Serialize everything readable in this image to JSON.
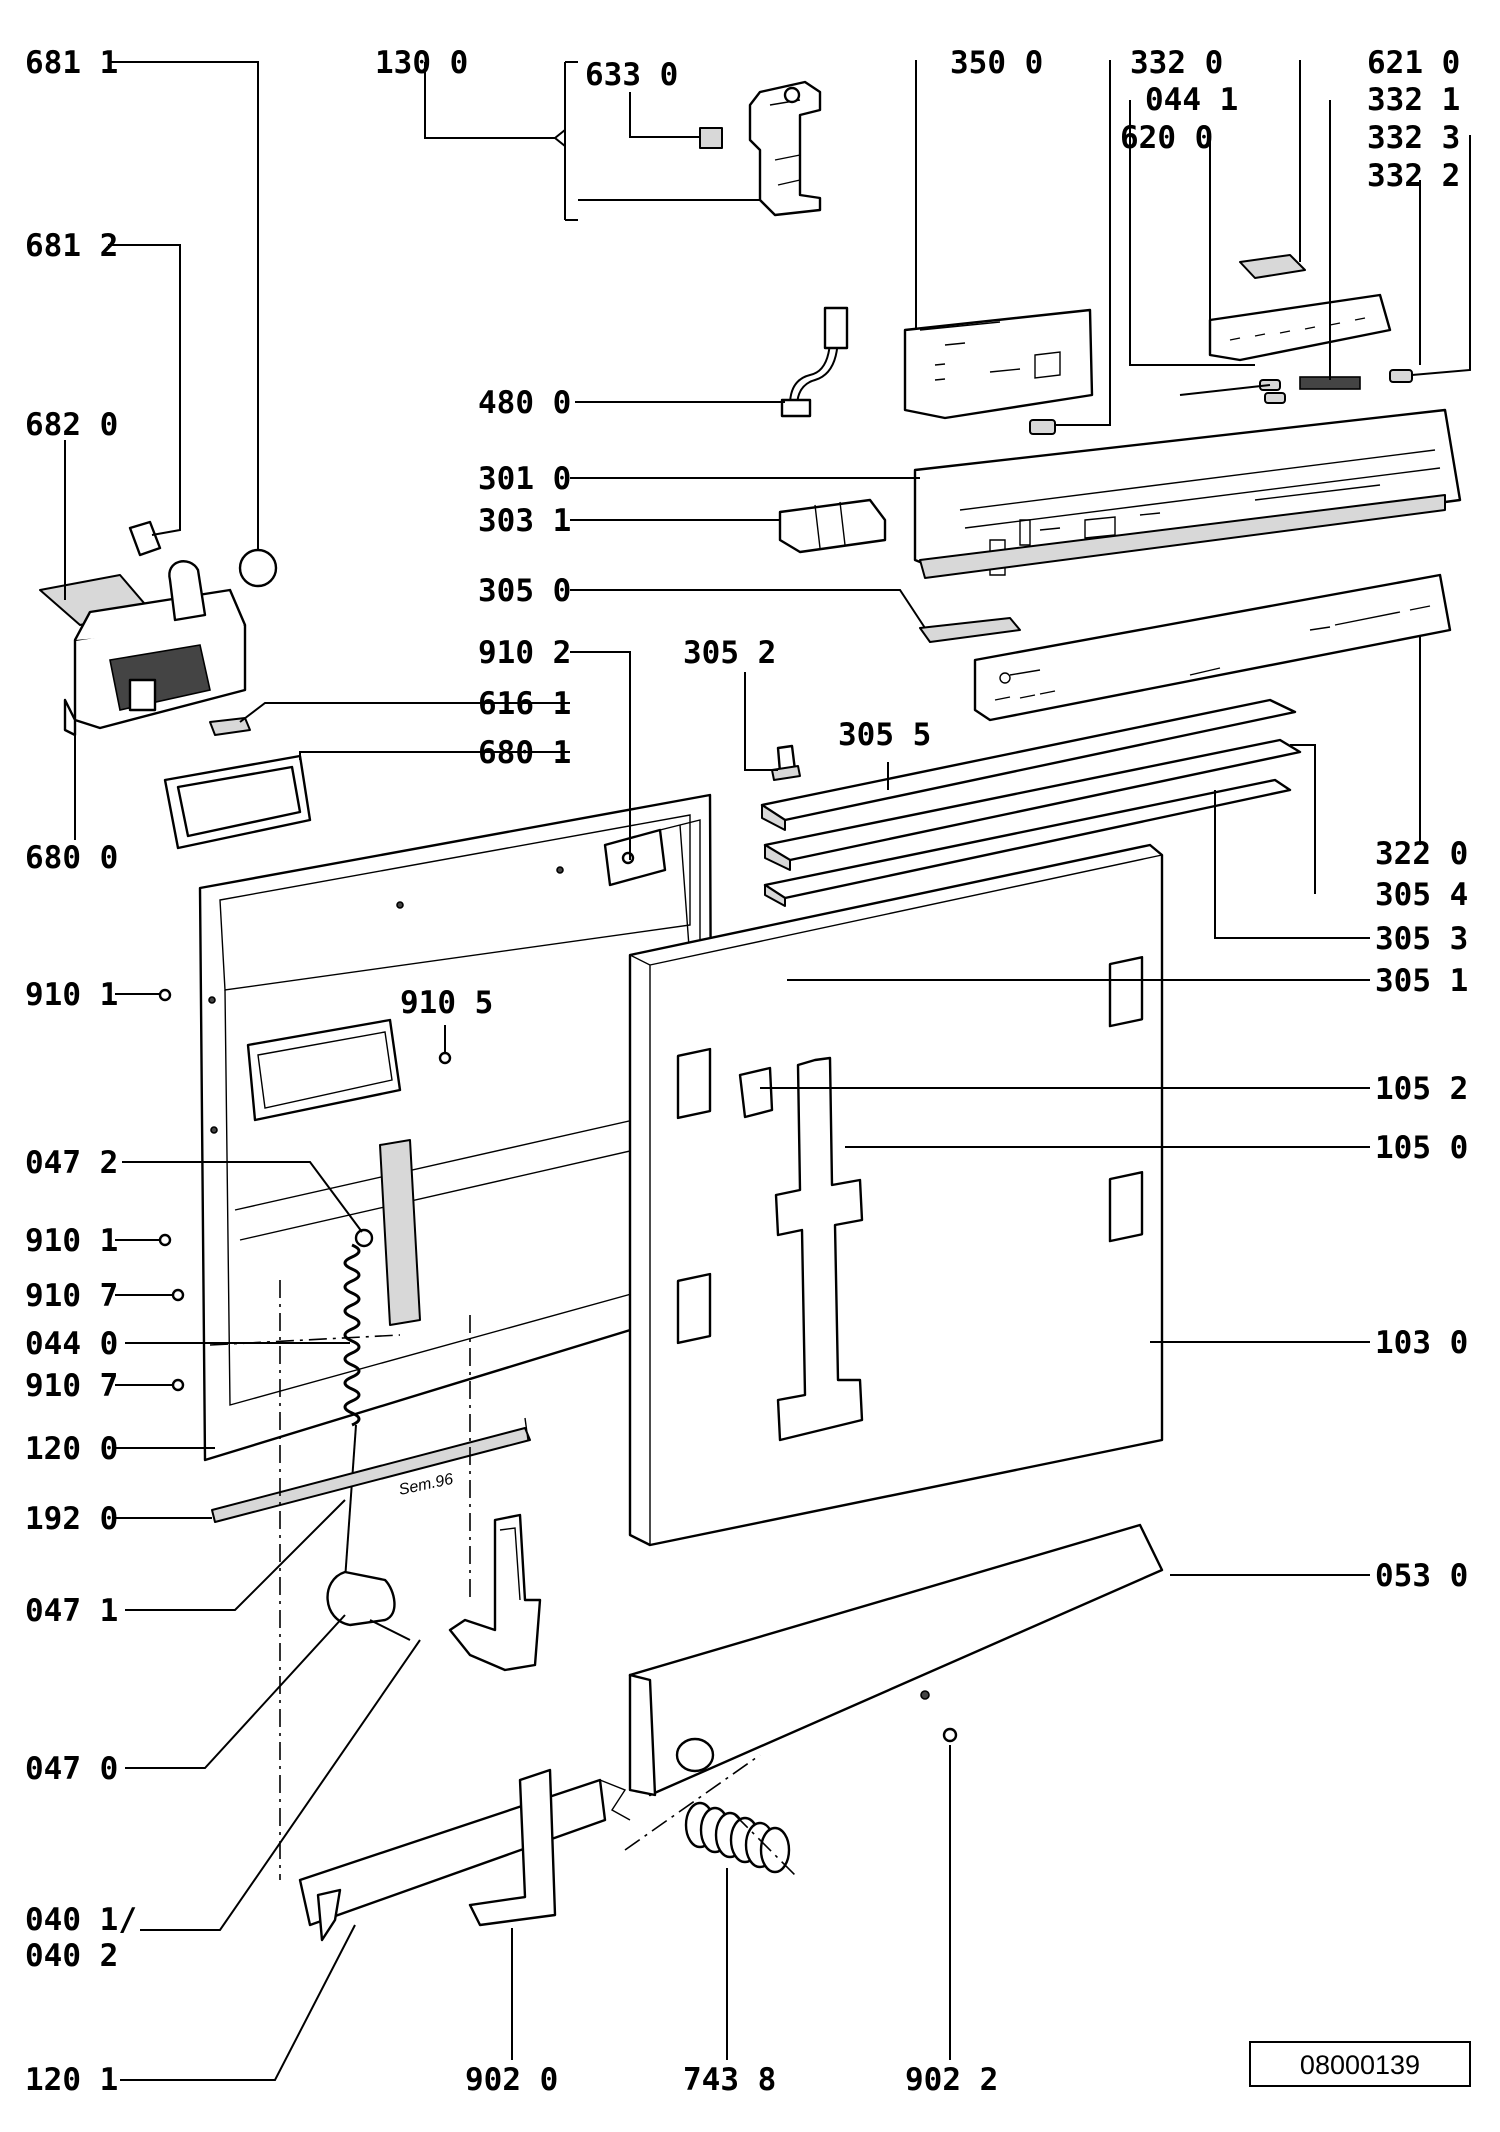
{
  "callouts": [
    {
      "id": "681-1",
      "text": "681 1"
    },
    {
      "id": "130-0",
      "text": "130 0"
    },
    {
      "id": "633-0",
      "text": "633 0"
    },
    {
      "id": "350-0",
      "text": "350 0"
    },
    {
      "id": "332-0",
      "text": "332 0"
    },
    {
      "id": "621-0",
      "text": "621 0"
    },
    {
      "id": "044-1",
      "text": "044 1"
    },
    {
      "id": "332-1",
      "text": "332 1"
    },
    {
      "id": "620-0",
      "text": "620 0"
    },
    {
      "id": "332-3",
      "text": "332 3"
    },
    {
      "id": "332-2",
      "text": "332 2"
    },
    {
      "id": "681-2",
      "text": "681 2"
    },
    {
      "id": "480-0",
      "text": "480 0"
    },
    {
      "id": "682-0",
      "text": "682 0"
    },
    {
      "id": "301-0",
      "text": "301 0"
    },
    {
      "id": "303-1",
      "text": "303 1"
    },
    {
      "id": "305-0",
      "text": "305 0"
    },
    {
      "id": "910-2",
      "text": "910 2"
    },
    {
      "id": "305-2",
      "text": "305 2"
    },
    {
      "id": "616-1",
      "text": "616 1"
    },
    {
      "id": "305-5",
      "text": "305 5"
    },
    {
      "id": "680-1",
      "text": "680 1"
    },
    {
      "id": "680-0",
      "text": "680 0"
    },
    {
      "id": "322-0",
      "text": "322 0"
    },
    {
      "id": "305-4",
      "text": "305 4"
    },
    {
      "id": "305-3",
      "text": "305 3"
    },
    {
      "id": "910-1a",
      "text": "910 1"
    },
    {
      "id": "910-5",
      "text": "910 5"
    },
    {
      "id": "305-1",
      "text": "305 1"
    },
    {
      "id": "105-2",
      "text": "105 2"
    },
    {
      "id": "047-2",
      "text": "047 2"
    },
    {
      "id": "105-0",
      "text": "105 0"
    },
    {
      "id": "910-1b",
      "text": "910 1"
    },
    {
      "id": "910-7a",
      "text": "910 7"
    },
    {
      "id": "044-0",
      "text": "044 0"
    },
    {
      "id": "103-0",
      "text": "103 0"
    },
    {
      "id": "910-7b",
      "text": "910 7"
    },
    {
      "id": "120-0",
      "text": "120 0"
    },
    {
      "id": "192-0",
      "text": "192 0"
    },
    {
      "id": "047-1",
      "text": "047 1"
    },
    {
      "id": "053-0",
      "text": "053 0"
    },
    {
      "id": "047-0",
      "text": "047 0"
    },
    {
      "id": "040-1",
      "text": "040 1/"
    },
    {
      "id": "040-2",
      "text": "040 2"
    },
    {
      "id": "120-1",
      "text": "120 1"
    },
    {
      "id": "902-0",
      "text": "902 0"
    },
    {
      "id": "743-8",
      "text": "743 8"
    },
    {
      "id": "902-2",
      "text": "902 2"
    }
  ],
  "inner_text": {
    "stamp": "Sem.96"
  },
  "document_id": "08000139"
}
